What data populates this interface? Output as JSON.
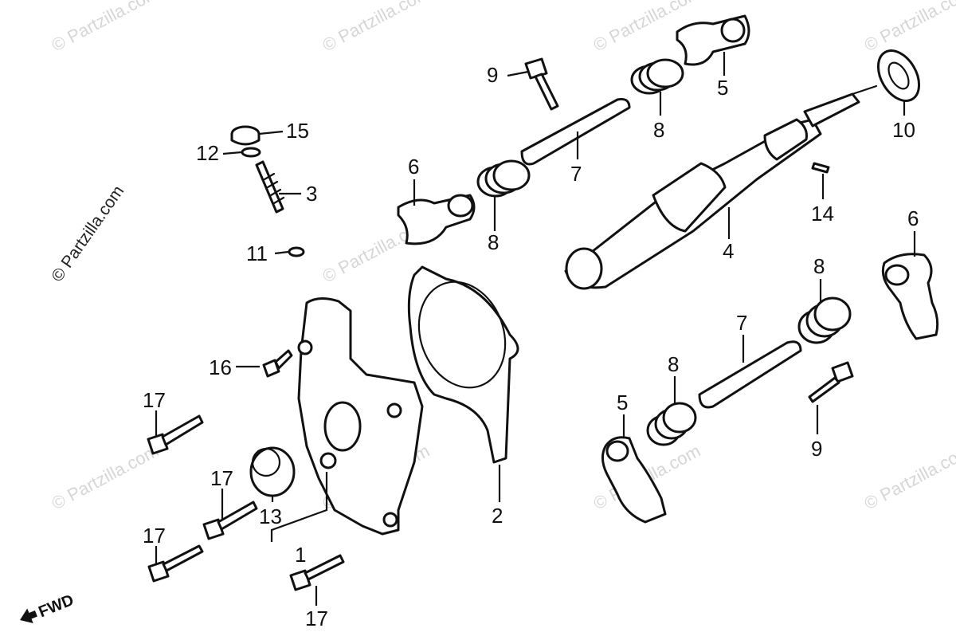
{
  "watermark": "© Partzilla.com",
  "direction_label": "FWD",
  "callouts": {
    "c1": "1",
    "c2": "2",
    "c3": "3",
    "c4": "4",
    "c5a": "5",
    "c5b": "5",
    "c6a": "6",
    "c6b": "6",
    "c7a": "7",
    "c7b": "7",
    "c8a": "8",
    "c8b": "8",
    "c8c": "8",
    "c8d": "8",
    "c9a": "9",
    "c9b": "9",
    "c10": "10",
    "c11": "11",
    "c12": "12",
    "c13": "13",
    "c14": "14",
    "c15": "15",
    "c16": "16",
    "c17a": "17",
    "c17b": "17",
    "c17c": "17",
    "c17d": "17"
  }
}
